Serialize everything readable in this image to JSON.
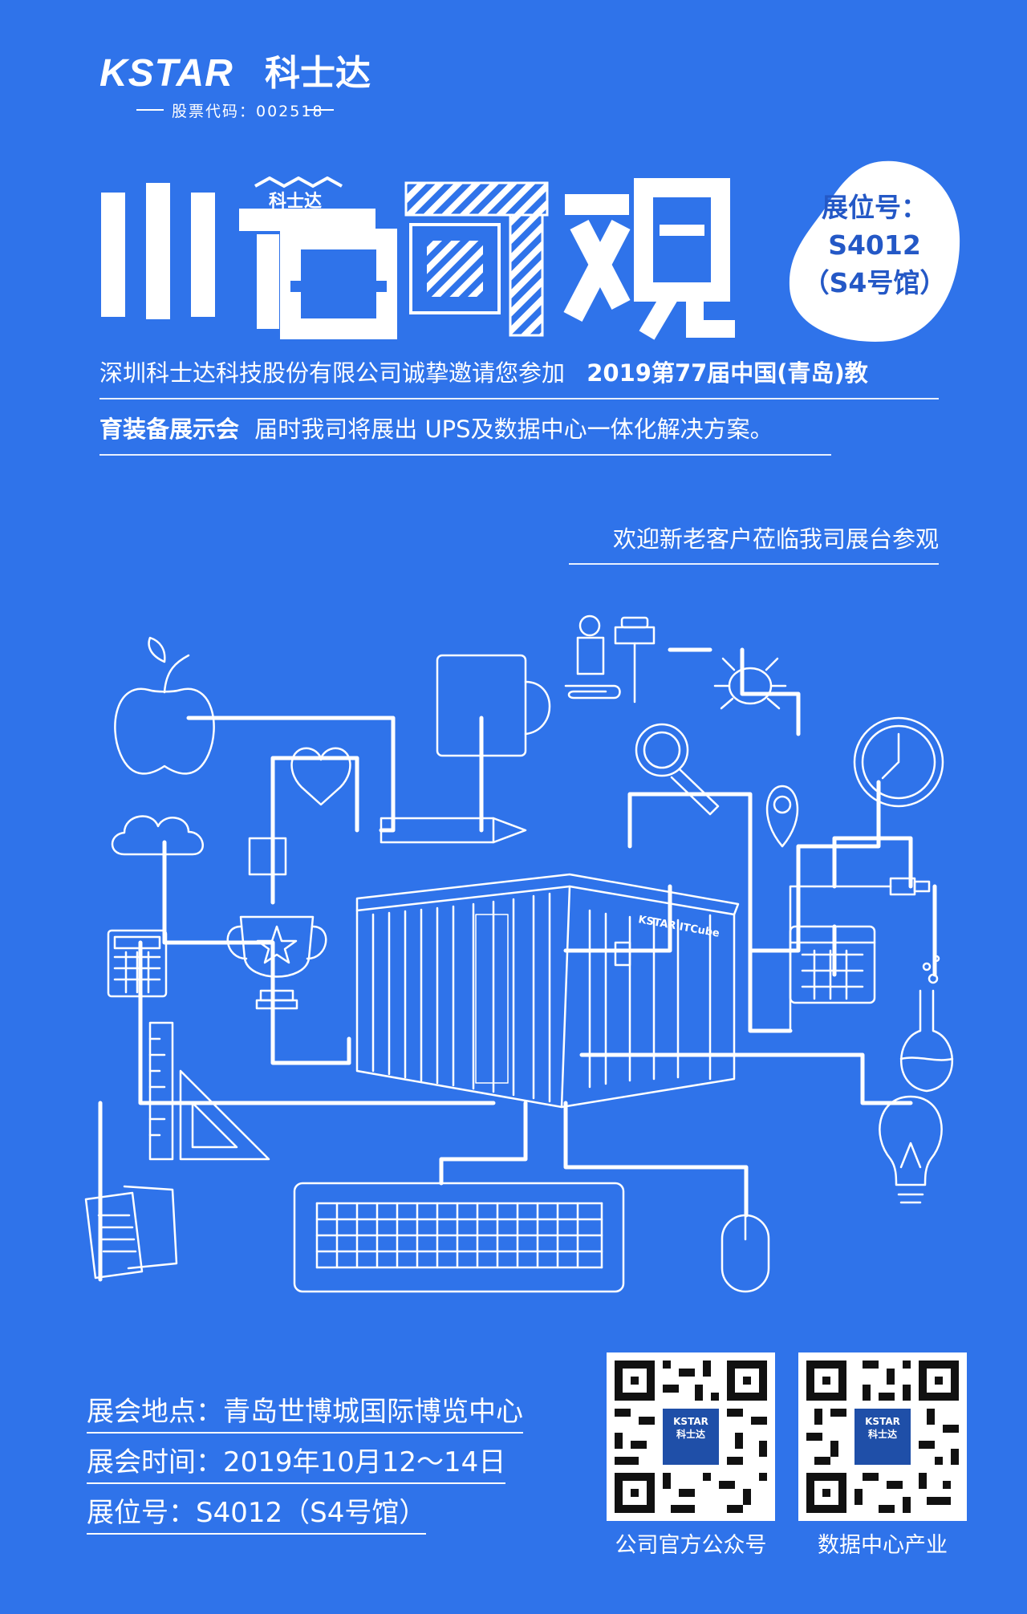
{
  "brand": {
    "name": "KSTAR",
    "name_cn": "科士达",
    "stock_code": "股票代码：002518"
  },
  "hero": {
    "title": "川有可观",
    "chars": [
      "川",
      "有",
      "可",
      "观"
    ],
    "small_text": "科士达"
  },
  "booth_badge": {
    "line1": "展位号：",
    "line2": "S4012",
    "line3": "（S4号馆）"
  },
  "intro": {
    "line1_text": "深圳科士达科技股份有限公司诚挚邀请您参加",
    "line1_bold": "2019第77届中国(青岛)教",
    "line2_bold": "育装备展示会",
    "line2_text": "届时我司将展出 UPS及数据中心一体化解决方案。"
  },
  "welcome": "欢迎新老客户莅临我司展台参观",
  "illustration": {
    "container_label": "KSTAR ITCube"
  },
  "info": {
    "location": "展会地点：青岛世博城国际博览中心",
    "time": "展会时间：2019年10月12～14日",
    "booth": "展位号：S4012（S4号馆）"
  },
  "qr_codes": [
    {
      "caption": "公司官方公众号",
      "logo_top": "KSTAR",
      "logo_bottom": "科士达"
    },
    {
      "caption": "数据中心产业",
      "logo_top": "KSTAR",
      "logo_bottom": "科士达"
    }
  ],
  "colors": {
    "background": "#2f73ea",
    "foreground": "#ffffff",
    "badge_text": "#2458c6"
  }
}
